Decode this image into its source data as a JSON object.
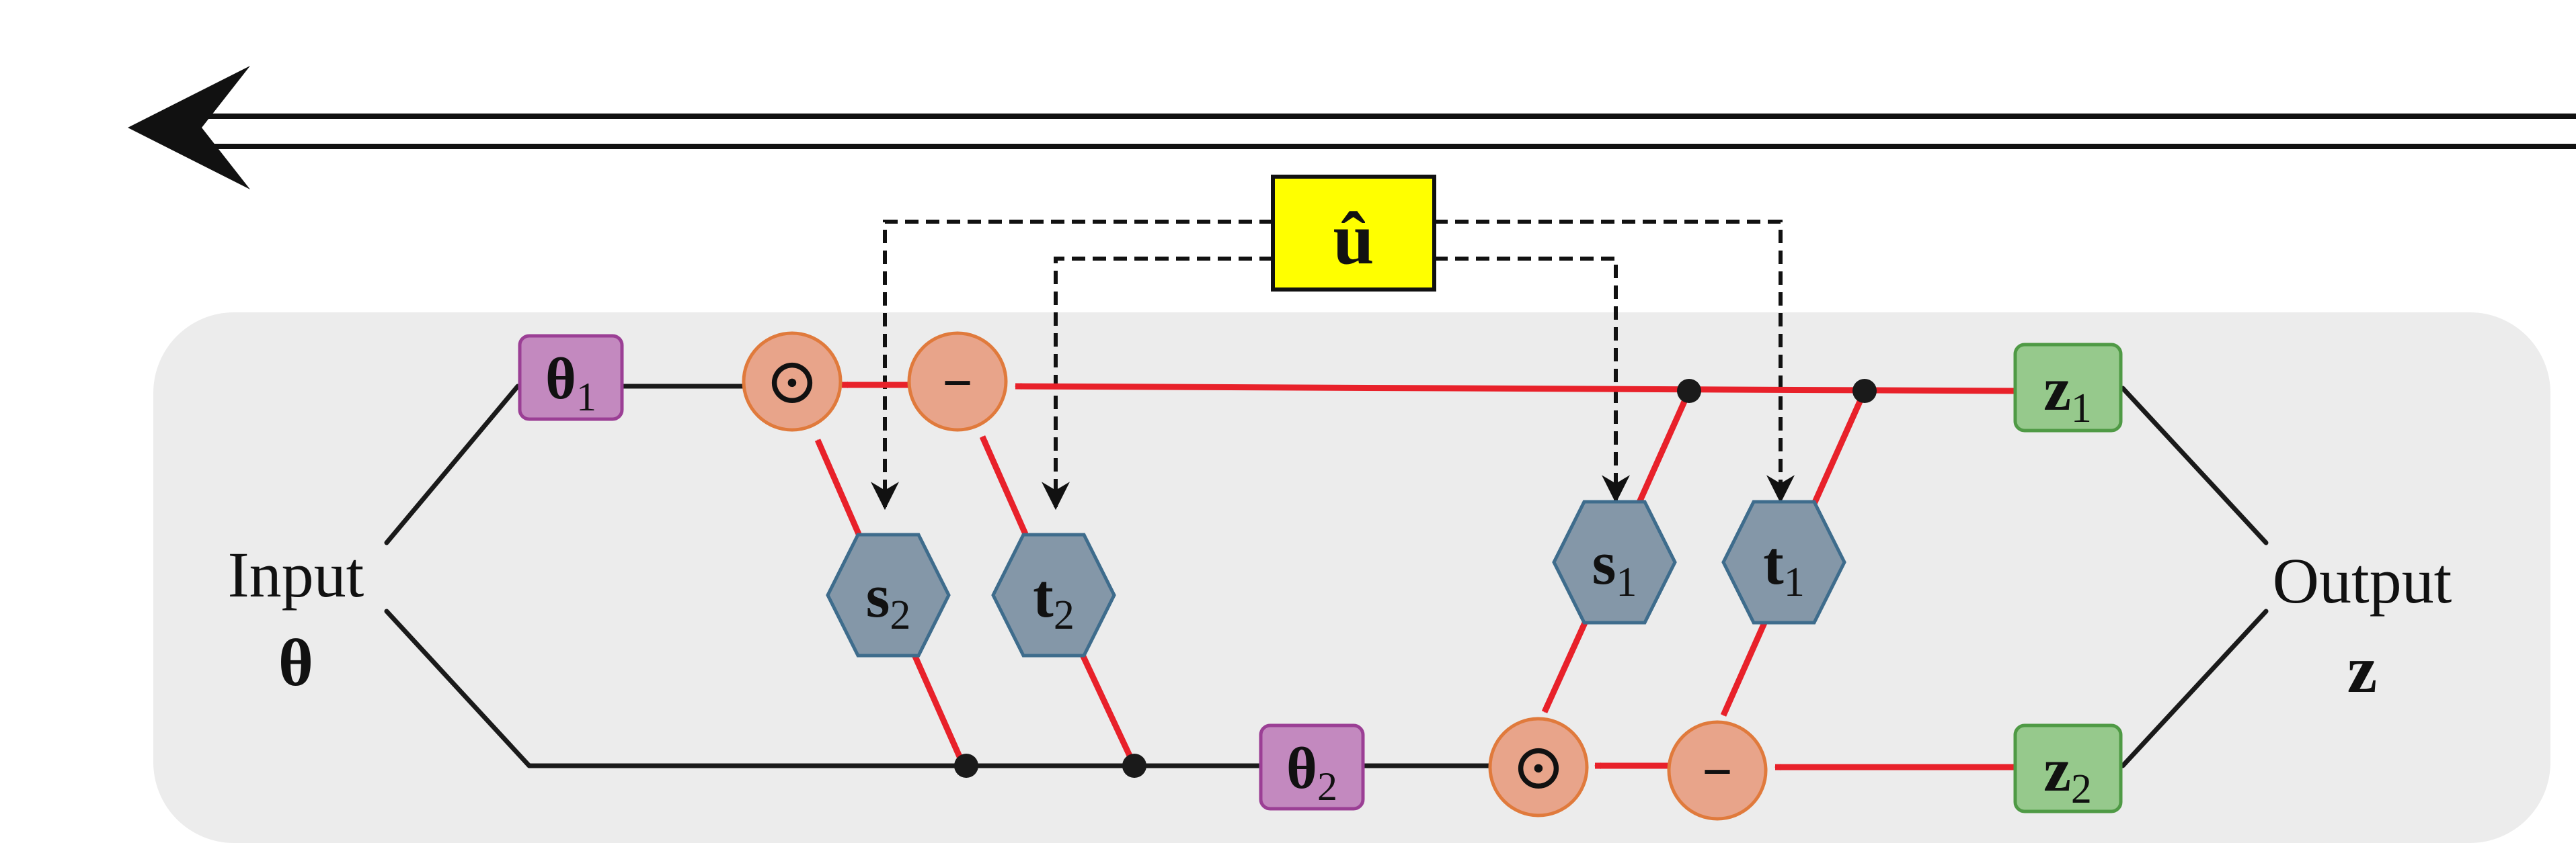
{
  "input": {
    "label": "Input",
    "symbol": "θ"
  },
  "output": {
    "label": "Output",
    "symbol": "z"
  },
  "conditioning": {
    "symbol": "û"
  },
  "nodes": {
    "theta1": {
      "base": "θ",
      "sub": "1"
    },
    "theta2": {
      "base": "θ",
      "sub": "2"
    },
    "z1": {
      "base": "z",
      "sub": "1"
    },
    "z2": {
      "base": "z",
      "sub": "2"
    },
    "s1": {
      "base": "s",
      "sub": "1"
    },
    "s2": {
      "base": "s",
      "sub": "2"
    },
    "t1": {
      "base": "t",
      "sub": "1"
    },
    "t2": {
      "base": "t",
      "sub": "2"
    }
  },
  "operators": {
    "multiply": "⊙",
    "subtract": "–"
  },
  "colors": {
    "panel": "#ececec",
    "theta_box": "#c389bf",
    "z_box": "#96c98c",
    "hexagon": "#8497a8",
    "operator": "#e8a48a",
    "conditioning": "#ffff00",
    "flow": "#e8212a"
  }
}
